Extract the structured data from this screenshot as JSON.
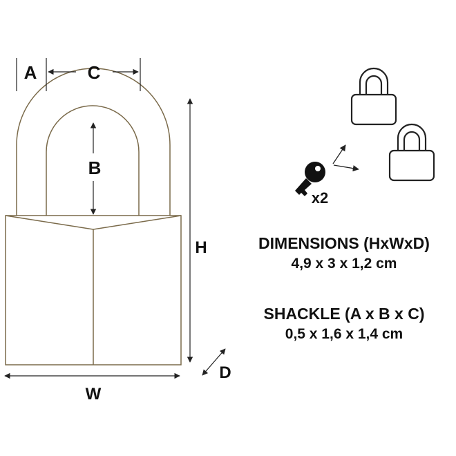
{
  "labels": {
    "a": "A",
    "b": "B",
    "c": "C",
    "h": "H",
    "w": "W",
    "d": "D",
    "keys": "x2"
  },
  "specs": {
    "dimensions_title": "DIMENSIONS (HxWxD)",
    "dimensions_value": "4,9 x 3 x 1,2 cm",
    "shackle_title": "SHACKLE (A x B x C)",
    "shackle_value": "0,5 x 1,6 x 1,4 cm"
  },
  "colors": {
    "line": "#222222",
    "body_stroke": "#7a6a4a",
    "text": "#111111"
  }
}
